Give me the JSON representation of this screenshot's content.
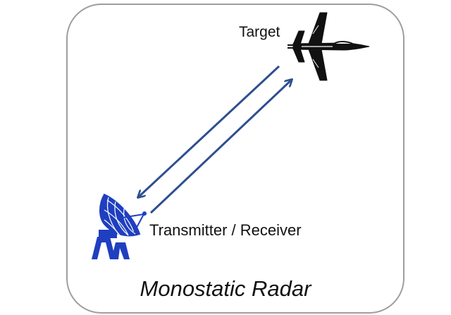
{
  "target_label": "Target",
  "antenna_label": "Transmitter / Receiver",
  "caption": "Monostatic Radar",
  "colors": {
    "frame": "#9e9e9e",
    "signal_arrow": "#2e4f8f",
    "antenna": "#1f3fc0",
    "aircraft": "#111111"
  },
  "icons": [
    "fighter-jet-icon",
    "radar-dish-icon"
  ]
}
